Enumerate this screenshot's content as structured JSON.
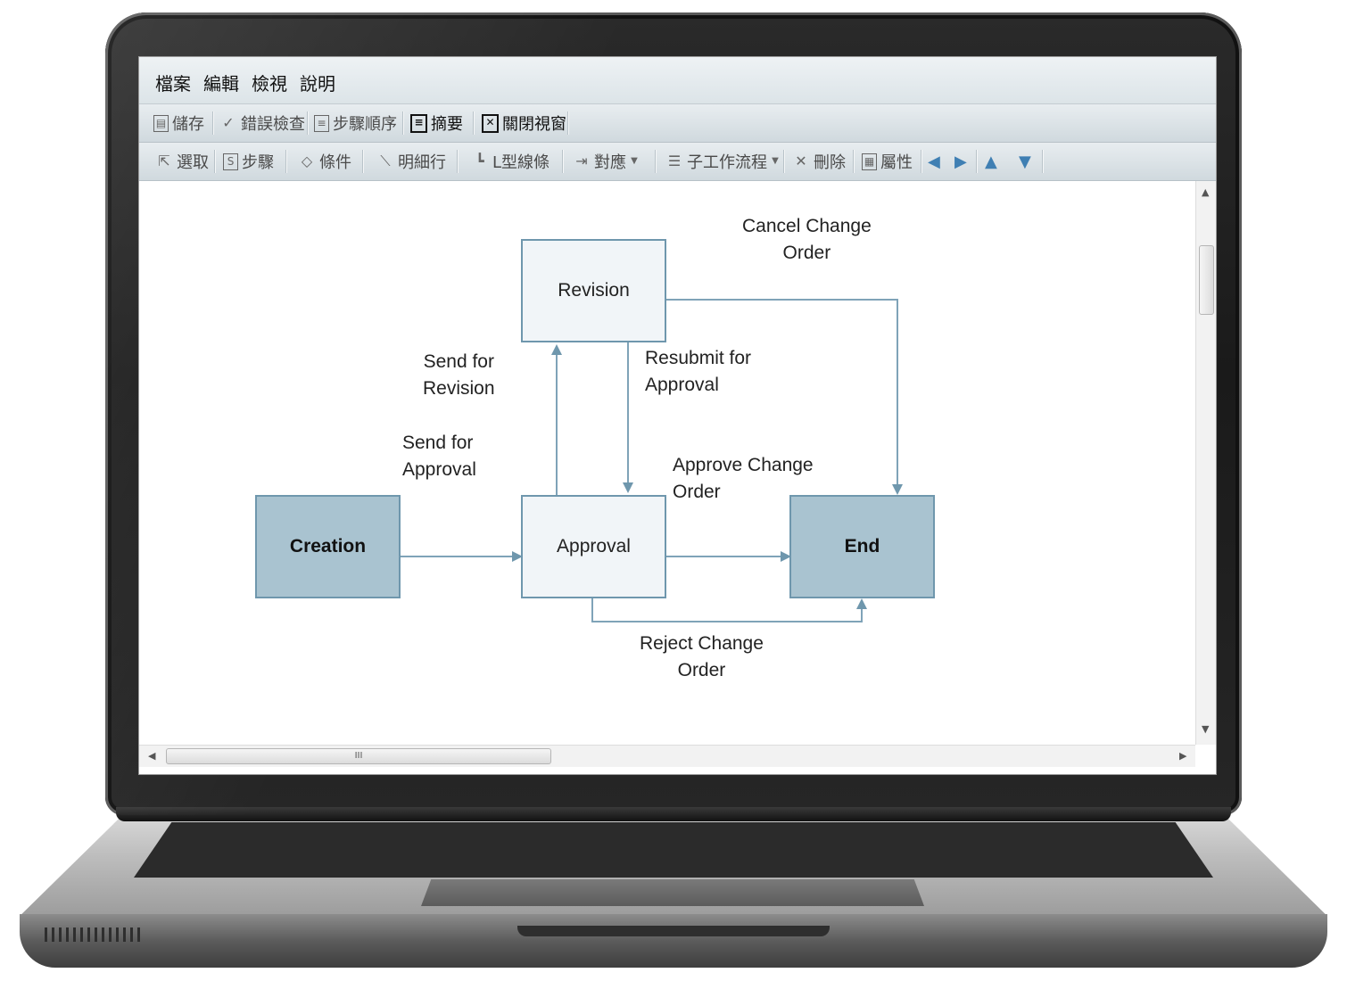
{
  "menu": [
    "檔案",
    "編輯",
    "檢視",
    "說明"
  ],
  "toolbar1": {
    "save": "儲存",
    "check": "錯誤檢查",
    "steps_order": "步驟順序",
    "summary": "摘要",
    "close_window": "關閉視窗"
  },
  "toolbar2": {
    "select": "選取",
    "step": "步驟",
    "condition": "條件",
    "detail": "明細行",
    "l_line": "L型線條",
    "mapping": "對應",
    "subflow": "子工作流程",
    "delete": "刪除",
    "properties": "屬性"
  },
  "diagram": {
    "nodes": {
      "revision": "Revision",
      "creation": "Creation",
      "approval": "Approval",
      "end": "End"
    },
    "edges": {
      "cancel_change_order": [
        "Cancel Change",
        "Order"
      ],
      "send_for_revision": [
        "Send for",
        "Revision"
      ],
      "resubmit_for_approval": [
        "Resubmit for",
        "Approval"
      ],
      "send_for_approval": [
        "Send for",
        "Approval"
      ],
      "approve_change_order": [
        "Approve Change",
        "Order"
      ],
      "reject_change_order": [
        "Reject Change",
        "Order"
      ]
    }
  },
  "scrollbar_thumb_glyph": "III",
  "colors": {
    "node_border": "#6f97ad",
    "node_light_fill": "#f1f5f8",
    "node_dark_fill": "#a9c3d0",
    "edge": "#7fa3b8",
    "nav_arrow": "#3f7fb3"
  }
}
